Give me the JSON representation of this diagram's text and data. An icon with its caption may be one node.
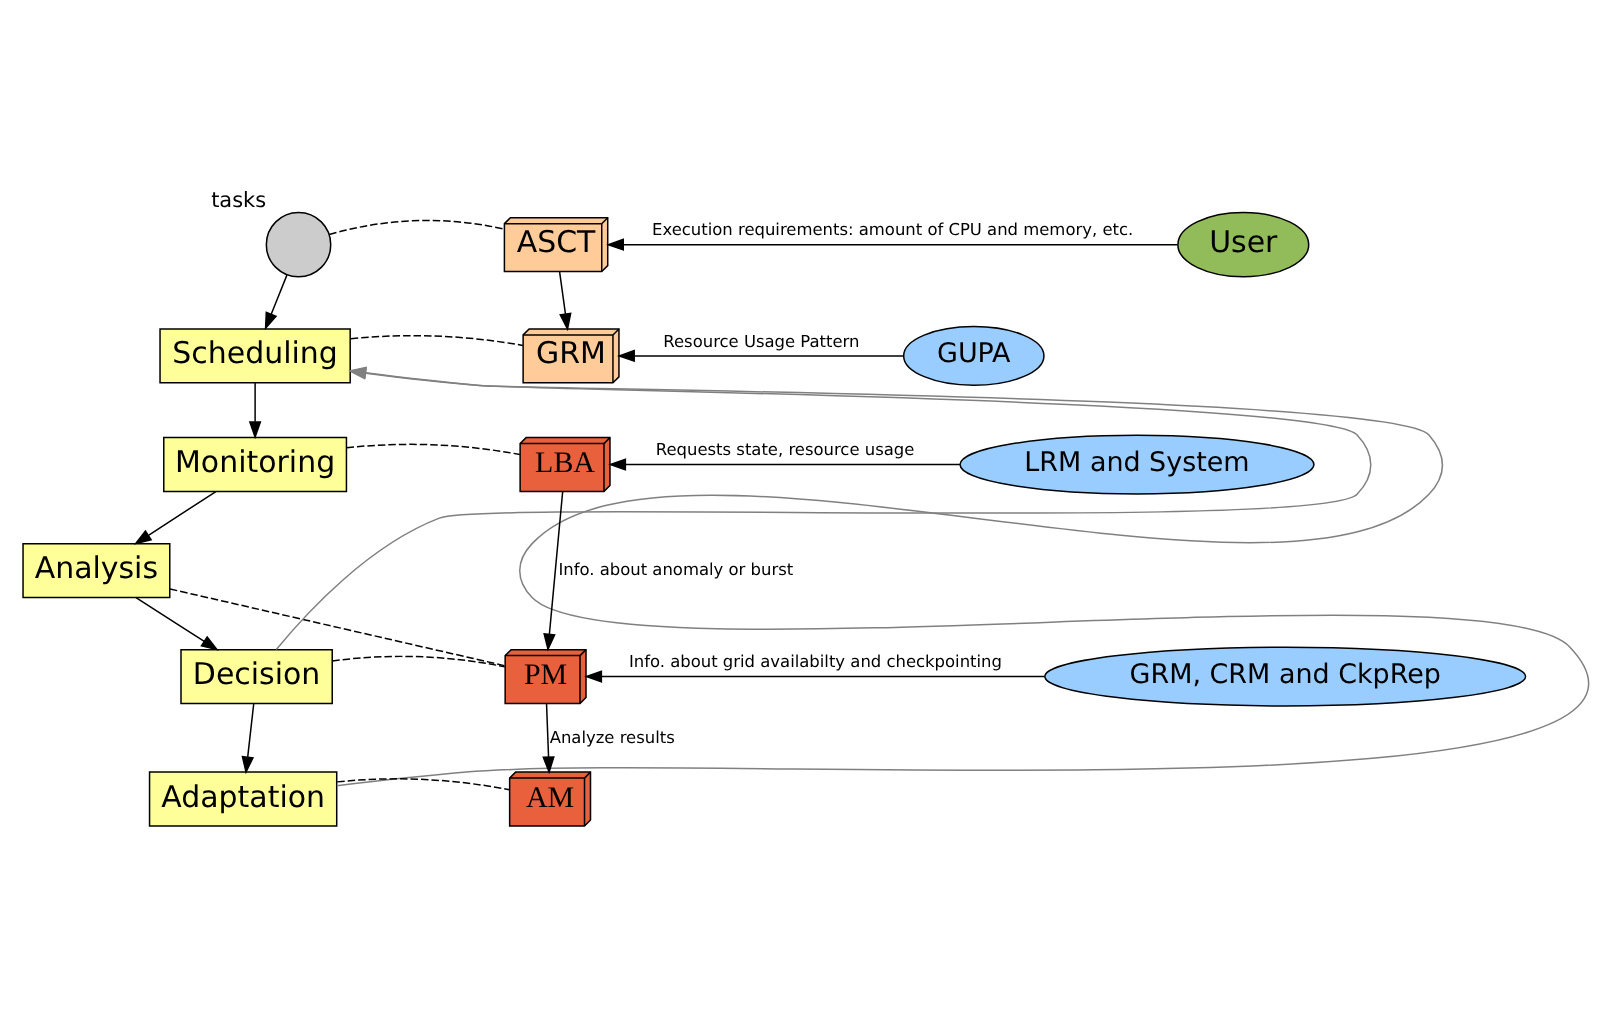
{
  "diagram": {
    "nodes": [
      {
        "text": [],
        "shape": "circle",
        "beside": [
          "tasks"
        ]
      },
      {
        "text": [
          "Scheduling"
        ]
      },
      {
        "text": [
          "Monitoring"
        ]
      },
      {
        "text": [
          "Analysis"
        ]
      },
      {
        "text": [
          "Decision"
        ]
      },
      {
        "text": [
          "Adaptation"
        ]
      },
      {
        "text": [
          "ASCT"
        ]
      },
      {
        "text": [
          "GRM"
        ]
      },
      {
        "text": [
          "LBA"
        ]
      },
      {
        "text": [
          "PM"
        ]
      },
      {
        "text": [
          "AM"
        ]
      },
      {
        "text": [
          "User"
        ]
      },
      {
        "text": [
          "GUPA"
        ]
      },
      {
        "text": [
          "LRM and System"
        ]
      },
      {
        "text": [
          "GRM, CRM and CkpRep"
        ]
      }
    ],
    "edges": [
      {
        "from": 0,
        "to": 1,
        "arrow": "to"
      },
      {
        "from": 1,
        "to": 2,
        "arrow": "to"
      },
      {
        "from": 2,
        "to": 3,
        "arrow": "to"
      },
      {
        "from": 3,
        "to": 4,
        "arrow": "to"
      },
      {
        "from": 4,
        "to": 5,
        "arrow": "to"
      },
      {
        "from": 4,
        "to": 1,
        "arrow": "to",
        "color": "#808080"
      },
      {
        "from": 5,
        "to": 1,
        "arrow": "to",
        "color": "#808080"
      },
      {
        "from": 0,
        "to": 6,
        "arrow": "none",
        "style": "dashed"
      },
      {
        "from": 1,
        "to": 7,
        "arrow": "none",
        "style": "dashed"
      },
      {
        "from": 2,
        "to": 8,
        "arrow": "none",
        "style": "dashed"
      },
      {
        "from": 3,
        "to": 9,
        "arrow": "none",
        "style": "dashed"
      },
      {
        "from": 4,
        "to": 9,
        "arrow": "none",
        "style": "dashed"
      },
      {
        "from": 5,
        "to": 10,
        "arrow": "none",
        "style": "dashed"
      },
      {
        "from": 11,
        "to": 6,
        "arrow": "to",
        "label": "Execution requirements: amount of CPU and memory, etc."
      },
      {
        "from": 6,
        "to": 7,
        "arrow": "to"
      },
      {
        "from": 12,
        "to": 7,
        "arrow": "to",
        "label": "Resource Usage Pattern"
      },
      {
        "from": 13,
        "to": 8,
        "arrow": "to",
        "label": "Requests state, resource usage"
      },
      {
        "from": 8,
        "to": 9,
        "arrow": "to",
        "label": "Info. about anomaly or burst"
      },
      {
        "from": 14,
        "to": 9,
        "arrow": "to",
        "label": "Info. about grid availabilty and checkpointing"
      },
      {
        "from": 9,
        "to": 10,
        "arrow": "to",
        "label": "Analyze results"
      }
    ]
  }
}
